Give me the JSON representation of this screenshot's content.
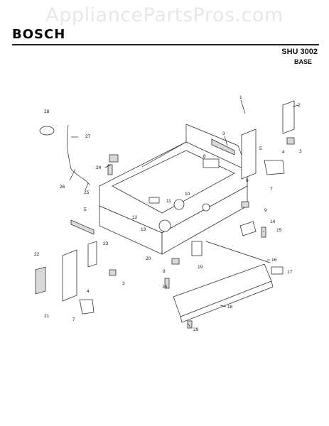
{
  "watermark": "AppliancePartsPros.com",
  "header": {
    "brand": "BOSCH",
    "model": "SHU 3002",
    "section": "BASE"
  },
  "callouts": [
    "1",
    "2",
    "3",
    "3",
    "4",
    "5",
    "6",
    "7",
    "8",
    "9",
    "10",
    "11",
    "12",
    "13",
    "14",
    "15",
    "16",
    "17",
    "18",
    "19",
    "20",
    "21",
    "22",
    "23",
    "24",
    "25",
    "26",
    "27",
    "28",
    "29",
    "5",
    "3",
    "4",
    "7",
    "9",
    "15"
  ]
}
